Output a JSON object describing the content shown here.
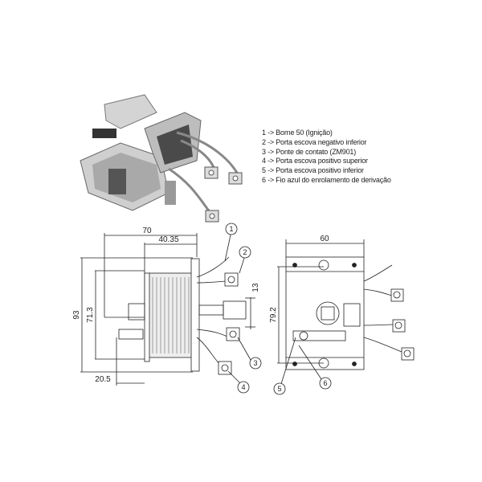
{
  "legend": {
    "items": [
      {
        "number": "1",
        "text": "1 -> Borne 50 (Ignição)"
      },
      {
        "number": "2",
        "text": "2 -> Porta escova negativo inferior"
      },
      {
        "number": "3",
        "text": "3 -> Ponte de contato (ZM901)"
      },
      {
        "number": "4",
        "text": "4 -> Porta escova positivo superior"
      },
      {
        "number": "5",
        "text": "5 -> Porta escova positivo inferior"
      },
      {
        "number": "6",
        "text": "6 -> Fio azul do enrolamento de derivação"
      }
    ]
  },
  "side_view": {
    "dimensions": {
      "overall_length": "70",
      "body_length": "40.35",
      "height_total": "93",
      "height_mount": "71.3",
      "plunger": "13",
      "terminal_offset": "20.5"
    },
    "callouts": [
      "1",
      "2",
      "3",
      "4"
    ]
  },
  "front_view": {
    "dimensions": {
      "width": "60",
      "hole_spacing": "79.2"
    },
    "callouts": [
      "5",
      "6"
    ]
  }
}
